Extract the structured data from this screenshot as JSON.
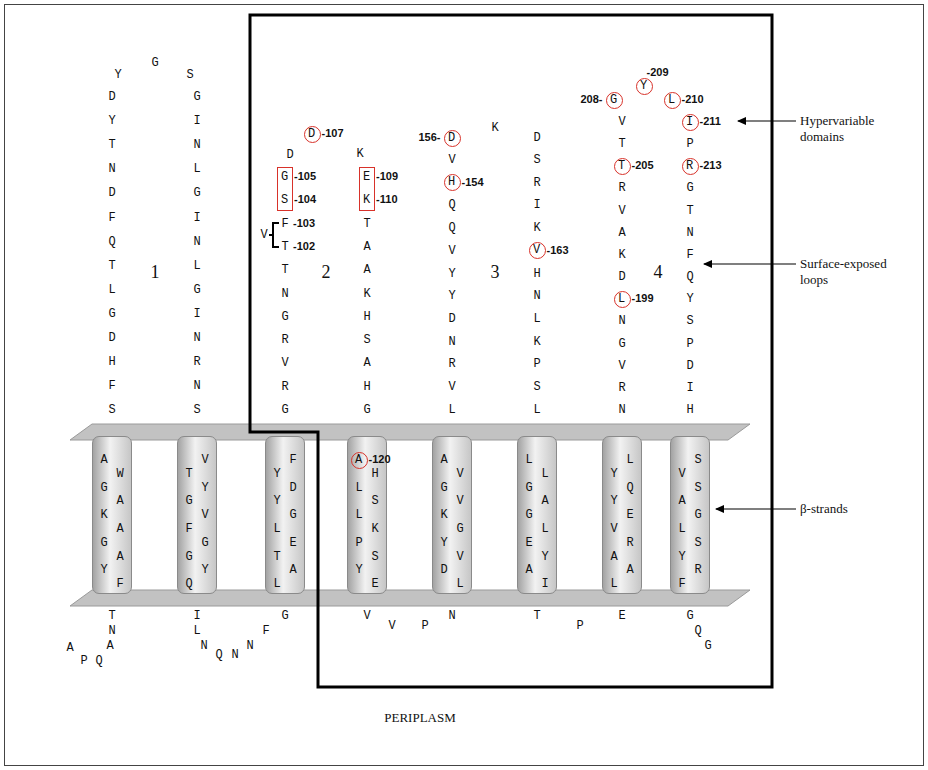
{
  "diagram": {
    "nodes": [
      {
        "text": [
          "G",
          "-105",
          "S",
          "-104"
        ]
      },
      {
        "text": [
          "D",
          "-107"
        ]
      },
      {
        "text": [
          "E",
          "-109",
          "K",
          "-110"
        ]
      },
      {
        "text": [
          "156-",
          "D"
        ]
      },
      {
        "text": [
          "H",
          "-154"
        ]
      },
      {
        "text": [
          "V",
          "-163"
        ]
      },
      {
        "text": [
          "208-",
          "G"
        ]
      },
      {
        "text": [
          "Y",
          "-209"
        ]
      },
      {
        "text": [
          "L",
          "-210"
        ]
      },
      {
        "text": [
          "I",
          "-211"
        ]
      },
      {
        "text": [
          "T",
          "-205"
        ]
      },
      {
        "text": [
          "R",
          "-213"
        ]
      },
      {
        "text": [
          "L",
          "-199"
        ]
      },
      {
        "text": [
          "A",
          "W",
          "G",
          "A",
          "K",
          "A",
          "G",
          "A",
          "Y",
          "F"
        ]
      },
      {
        "text": [
          "V",
          "T",
          "Y",
          "G",
          "V",
          "F",
          "G",
          "G",
          "Y",
          "Q"
        ]
      },
      {
        "text": [
          "F",
          "Y",
          "D",
          "Y",
          "G",
          "L",
          "E",
          "T",
          "A",
          "L"
        ]
      },
      {
        "text": [
          "H",
          "L",
          "S",
          "L",
          "K",
          "P",
          "S",
          "Y",
          "E"
        ]
      },
      {
        "text": [
          "A",
          "V",
          "G",
          "V",
          "K",
          "G",
          "Y",
          "V",
          "D",
          "L"
        ]
      },
      {
        "text": [
          "L",
          "L",
          "G",
          "A",
          "G",
          "L",
          "E",
          "Y",
          "A",
          "I"
        ]
      },
      {
        "text": [
          "L",
          "Y",
          "Q",
          "Y",
          "E",
          "V",
          "R",
          "A",
          "A",
          "L"
        ]
      },
      {
        "text": [
          "S",
          "V",
          "S",
          "A",
          "G",
          "L",
          "S",
          "Y",
          "R",
          "F"
        ]
      },
      {
        "text": [
          "A",
          "-120"
        ],
        "in": 16
      }
    ],
    "labels": [
      "Y",
      "G",
      "S",
      "D",
      "Y",
      "T",
      "N",
      "D",
      "F",
      "Q",
      "T",
      "L",
      "G",
      "D",
      "H",
      "F",
      "S",
      "G",
      "I",
      "N",
      "L",
      "G",
      "I",
      "N",
      "L",
      "G",
      "I",
      "N",
      "R",
      "N",
      "S",
      "1",
      "D",
      "K",
      "F",
      "-103",
      "T",
      "-102",
      "T",
      "N",
      "G",
      "R",
      "V",
      "R",
      "G",
      "V",
      "T",
      "A",
      "A",
      "K",
      "H",
      "S",
      "A",
      "H",
      "G",
      "2",
      "K",
      "D",
      "V",
      "Q",
      "Q",
      "V",
      "Y",
      "Y",
      "D",
      "N",
      "R",
      "V",
      "L",
      "S",
      "R",
      "I",
      "K",
      "H",
      "N",
      "L",
      "K",
      "P",
      "S",
      "L",
      "3",
      "V",
      "T",
      "R",
      "V",
      "A",
      "K",
      "D",
      "N",
      "G",
      "V",
      "R",
      "N",
      "P",
      "G",
      "T",
      "N",
      "F",
      "Q",
      "Y",
      "S",
      "P",
      "D",
      "I",
      "H",
      "4",
      "T",
      "N",
      "A",
      "A",
      "P",
      "Q",
      "I",
      "L",
      "N",
      "Q",
      "N",
      "N",
      "F",
      "G",
      "V",
      "V",
      "P",
      "N",
      "T",
      "P",
      "E",
      "G",
      "Q",
      "G",
      "Hypervariable domains",
      "Surface-exposed loops",
      "β-strands",
      "PERIPLASM"
    ]
  }
}
